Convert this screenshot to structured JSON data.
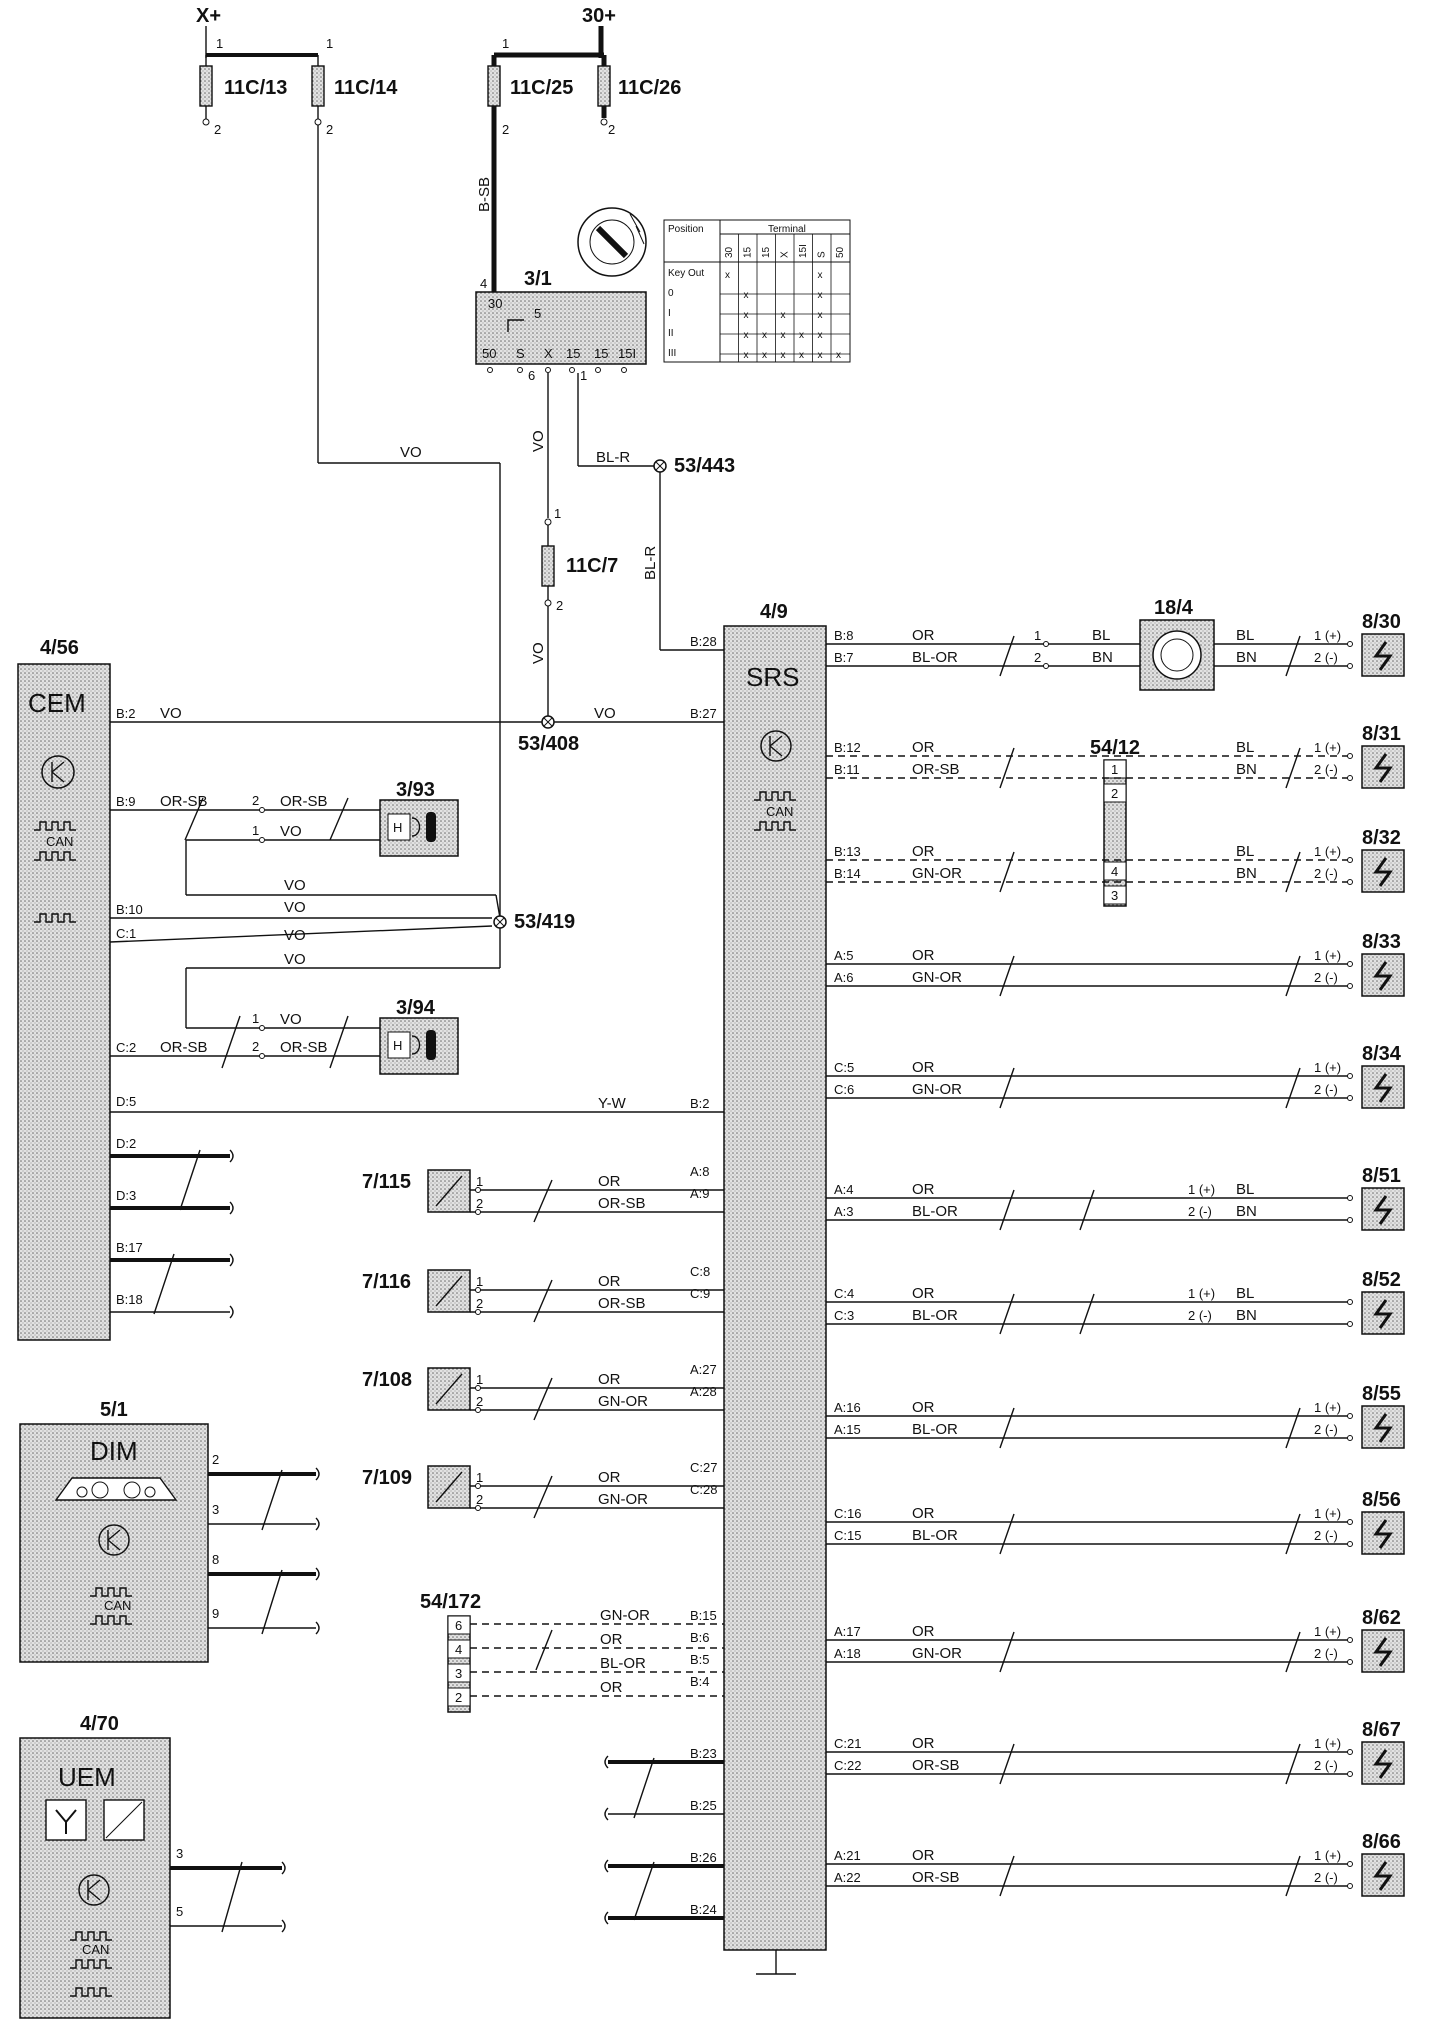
{
  "supplies": {
    "xplus": "X+",
    "batt": "30+"
  },
  "fuses": [
    {
      "id": "11C/13",
      "pin_top": "1",
      "pin_bottom": "2"
    },
    {
      "id": "11C/14",
      "pin_top": "1",
      "pin_bottom": "2"
    },
    {
      "id": "11C/25",
      "pin_top": "1",
      "pin_bottom": "2"
    },
    {
      "id": "11C/26",
      "pin_top": "1",
      "pin_bottom": "2"
    },
    {
      "id": "11C/7",
      "pin_top": "1",
      "pin_bottom": "2"
    }
  ],
  "ignition": {
    "id": "3/1",
    "terminals_top": [
      "30",
      "5"
    ],
    "terminals_bottom": [
      "50",
      "S",
      "X",
      "15",
      "15",
      "15I"
    ],
    "pins": [
      "4",
      "6",
      "1"
    ],
    "table": {
      "position_header": "Position",
      "terminal_header": "Terminal",
      "columns": [
        "30",
        "15",
        "15",
        "X",
        "15I",
        "S",
        "50"
      ],
      "rows": [
        "Key Out",
        "0",
        "I",
        "II",
        "III"
      ],
      "marks": [
        [
          "x",
          "",
          "",
          "",
          "",
          "x",
          ""
        ],
        [
          "",
          "x",
          "",
          "",
          "",
          "x",
          ""
        ],
        [
          "",
          "x",
          "",
          "x",
          "",
          "x",
          ""
        ],
        [
          "",
          "x",
          "x",
          "x",
          "x",
          "x",
          ""
        ],
        [
          "",
          "x",
          "x",
          "x",
          "x",
          "x",
          "x"
        ]
      ]
    }
  },
  "splices": [
    "53/443",
    "53/408",
    "53/419"
  ],
  "wire_colors": [
    "VO",
    "B-SB",
    "BL-R",
    "OR",
    "OR-SB",
    "GN-OR",
    "BL-OR",
    "Y-W",
    "BL",
    "BN"
  ],
  "cem": {
    "id": "4/56",
    "name": "CEM",
    "can": "CAN",
    "pins": [
      "B:2",
      "B:9",
      "B:10",
      "C:1",
      "C:2",
      "D:5",
      "D:2",
      "D:3",
      "B:17",
      "B:18"
    ]
  },
  "heaters": [
    {
      "id": "3/93",
      "glyph": "H"
    },
    {
      "id": "3/94",
      "glyph": "H"
    }
  ],
  "dim": {
    "id": "5/1",
    "name": "DIM",
    "can": "CAN",
    "pins": [
      "2",
      "3",
      "8",
      "9"
    ]
  },
  "uem": {
    "id": "4/70",
    "name": "UEM",
    "can": "CAN",
    "pins": [
      "3",
      "5"
    ]
  },
  "srs": {
    "id": "4/9",
    "name": "SRS",
    "can": "CAN"
  },
  "srs_left_pins": [
    "B:28",
    "B:27",
    "B:2",
    "A:8",
    "A:9",
    "C:8",
    "C:9",
    "A:27",
    "A:28",
    "C:27",
    "C:28",
    "B:15",
    "B:6",
    "B:5",
    "B:4",
    "B:23",
    "B:25",
    "B:26",
    "B:24"
  ],
  "sensors": [
    {
      "id": "7/115",
      "pins": [
        "1",
        "2"
      ],
      "wires": [
        "OR",
        "OR-SB"
      ],
      "srs_pins": [
        "A:8",
        "A:9"
      ]
    },
    {
      "id": "7/116",
      "pins": [
        "1",
        "2"
      ],
      "wires": [
        "OR",
        "OR-SB"
      ],
      "srs_pins": [
        "C:8",
        "C:9"
      ]
    },
    {
      "id": "7/108",
      "pins": [
        "1",
        "2"
      ],
      "wires": [
        "OR",
        "GN-OR"
      ],
      "srs_pins": [
        "A:27",
        "A:28"
      ]
    },
    {
      "id": "7/109",
      "pins": [
        "1",
        "2"
      ],
      "wires": [
        "OR",
        "GN-OR"
      ],
      "srs_pins": [
        "C:27",
        "C:28"
      ]
    }
  ],
  "conn_54_172": {
    "id": "54/172",
    "pins": [
      "6",
      "4",
      "3",
      "2"
    ],
    "wires": [
      "GN-OR",
      "OR",
      "BL-OR",
      "OR"
    ],
    "srs_pins": [
      "B:15",
      "B:6",
      "B:5",
      "B:4"
    ]
  },
  "conn_54_12": {
    "id": "54/12",
    "pins": [
      "1",
      "2",
      "4",
      "3"
    ]
  },
  "clockspring": {
    "id": "18/4",
    "pins": [
      "1",
      "2"
    ],
    "wires_in": [
      "BL",
      "BN"
    ],
    "wires_out": [
      "BL",
      "BN"
    ]
  },
  "igniters": [
    {
      "id": "8/30",
      "srs_pins": [
        "B:8",
        "B:7"
      ],
      "wires": [
        "OR",
        "BL-OR"
      ],
      "pin_labels": [
        "1 (+)",
        "2 (-)"
      ]
    },
    {
      "id": "8/31",
      "srs_pins": [
        "B:12",
        "B:11"
      ],
      "wires": [
        "OR",
        "OR-SB"
      ],
      "pin_labels": [
        "1 (+)",
        "2 (-)"
      ],
      "out": [
        "BL",
        "BN"
      ]
    },
    {
      "id": "8/32",
      "srs_pins": [
        "B:13",
        "B:14"
      ],
      "wires": [
        "OR",
        "GN-OR"
      ],
      "pin_labels": [
        "1 (+)",
        "2 (-)"
      ],
      "out": [
        "BL",
        "BN"
      ]
    },
    {
      "id": "8/33",
      "srs_pins": [
        "A:5",
        "A:6"
      ],
      "wires": [
        "OR",
        "GN-OR"
      ],
      "pin_labels": [
        "1 (+)",
        "2 (-)"
      ]
    },
    {
      "id": "8/34",
      "srs_pins": [
        "C:5",
        "C:6"
      ],
      "wires": [
        "OR",
        "GN-OR"
      ],
      "pin_labels": [
        "1 (+)",
        "2 (-)"
      ]
    },
    {
      "id": "8/51",
      "srs_pins": [
        "A:4",
        "A:3"
      ],
      "wires": [
        "OR",
        "BL-OR"
      ],
      "pin_labels": [
        "1 (+)",
        "2 (-)"
      ],
      "out": [
        "BL",
        "BN"
      ]
    },
    {
      "id": "8/52",
      "srs_pins": [
        "C:4",
        "C:3"
      ],
      "wires": [
        "OR",
        "BL-OR"
      ],
      "pin_labels": [
        "1 (+)",
        "2 (-)"
      ],
      "out": [
        "BL",
        "BN"
      ]
    },
    {
      "id": "8/55",
      "srs_pins": [
        "A:16",
        "A:15"
      ],
      "wires": [
        "OR",
        "BL-OR"
      ],
      "pin_labels": [
        "1 (+)",
        "2 (-)"
      ]
    },
    {
      "id": "8/56",
      "srs_pins": [
        "C:16",
        "C:15"
      ],
      "wires": [
        "OR",
        "BL-OR"
      ],
      "pin_labels": [
        "1 (+)",
        "2 (-)"
      ]
    },
    {
      "id": "8/62",
      "srs_pins": [
        "A:17",
        "A:18"
      ],
      "wires": [
        "OR",
        "GN-OR"
      ],
      "pin_labels": [
        "1 (+)",
        "2 (-)"
      ]
    },
    {
      "id": "8/67",
      "srs_pins": [
        "C:21",
        "C:22"
      ],
      "wires": [
        "OR",
        "OR-SB"
      ],
      "pin_labels": [
        "1 (+)",
        "2 (-)"
      ]
    },
    {
      "id": "8/66",
      "srs_pins": [
        "A:21",
        "A:22"
      ],
      "wires": [
        "OR",
        "OR-SB"
      ],
      "pin_labels": [
        "1 (+)",
        "2 (-)"
      ]
    }
  ]
}
